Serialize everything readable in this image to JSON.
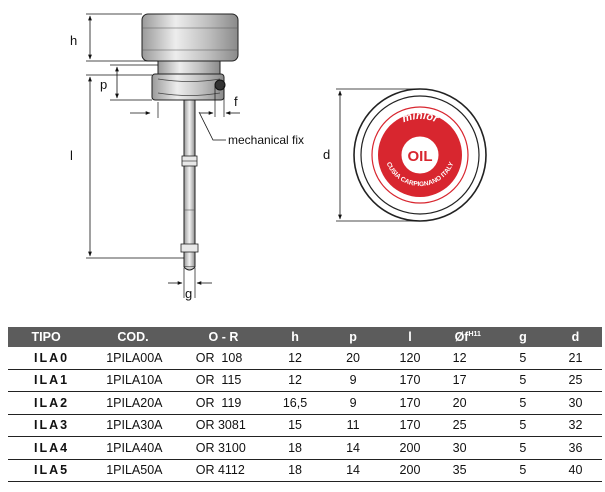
{
  "drawing": {
    "labels": {
      "h": "h",
      "p": "p",
      "l": "l",
      "f": "f",
      "g": "g",
      "d": "d",
      "fix": "mechanical fix"
    },
    "badge": {
      "top_text": "minlor",
      "center_text": "OIL",
      "arc_text": "CUSIA CARPIGNANO ITALY"
    },
    "colors": {
      "badge_red": "#d8262f",
      "outline": "#222222",
      "body_grey": "#c9c9c9"
    }
  },
  "table": {
    "headers": [
      "TIPO",
      "COD.",
      "O - R",
      "h",
      "p",
      "l",
      "Øf",
      "g",
      "d"
    ],
    "header_sup": "H11",
    "rows": [
      [
        "ILA0",
        "1PILA00A",
        "OR  108",
        "12",
        "20",
        "120",
        "12",
        "5",
        "21"
      ],
      [
        "ILA1",
        "1PILA10A",
        "OR  115",
        "12",
        "9",
        "170",
        "17",
        "5",
        "25"
      ],
      [
        "ILA2",
        "1PILA20A",
        "OR  119",
        "16,5",
        "9",
        "170",
        "20",
        "5",
        "30"
      ],
      [
        "ILA3",
        "1PILA30A",
        "OR 3081",
        "15",
        "11",
        "170",
        "25",
        "5",
        "32"
      ],
      [
        "ILA4",
        "1PILA40A",
        "OR 3100",
        "18",
        "14",
        "200",
        "30",
        "5",
        "36"
      ],
      [
        "ILA5",
        "1PILA50A",
        "OR 4112",
        "18",
        "14",
        "200",
        "35",
        "5",
        "40"
      ]
    ],
    "colors": {
      "header_bg": "#5c5c5c",
      "header_fg": "#ffffff"
    }
  }
}
